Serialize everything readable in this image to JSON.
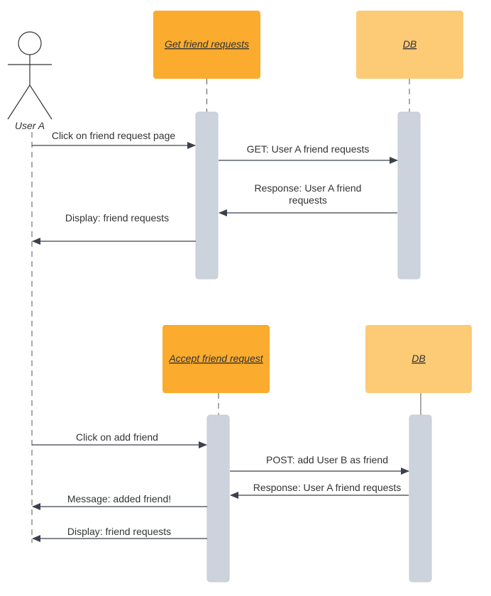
{
  "actor": {
    "label": "User A"
  },
  "section1": {
    "participant_service": "Get friend requests",
    "participant_db": "DB",
    "messages": {
      "m1": "Click on friend request page",
      "m2": "GET: User A friend requests",
      "m3_line1": "Response: User A friend",
      "m3_line2": "requests",
      "m4": "Display: friend requests"
    }
  },
  "section2": {
    "participant_service": "Accept friend request",
    "participant_db": "DB",
    "messages": {
      "m1": "Click on add friend",
      "m2": "POST: add User B as friend",
      "m3": "Response: User A friend requests",
      "m4": "Message: added friend!",
      "m5": "Display: friend requests"
    }
  },
  "colors": {
    "service_box": "#fbab2d",
    "db_box": "#fdca76",
    "activation": "#cdd3dc",
    "arrow": "#3a414c"
  }
}
